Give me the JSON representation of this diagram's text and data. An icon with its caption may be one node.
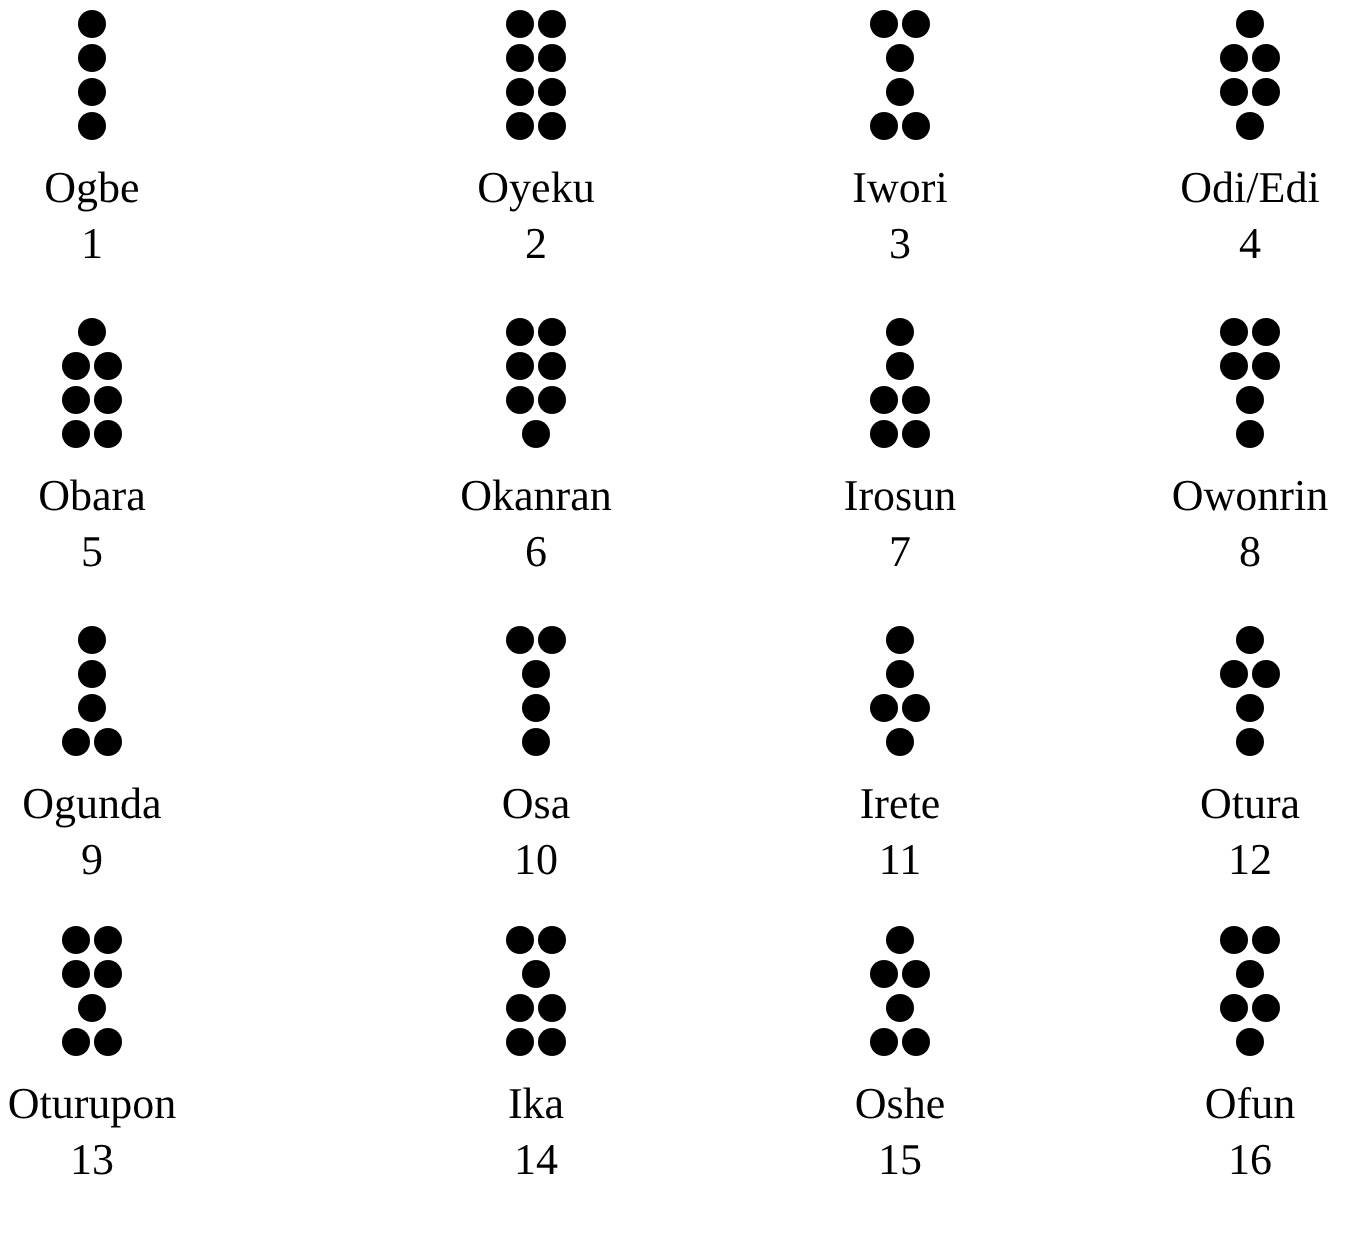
{
  "diagram": {
    "labels": [
      "Ogbe",
      "1",
      "Oyeku",
      "2",
      "Iwori",
      "3",
      "Odi/Edi",
      "4",
      "Obara",
      "5",
      "Okanran",
      "6",
      "Irosun",
      "7",
      "Owonrin",
      "8",
      "Ogunda",
      "9",
      "Osa",
      "10",
      "Irete",
      "11",
      "Otura",
      "12",
      "Oturupon",
      "13",
      "Ika",
      "14",
      "Oshe",
      "15",
      "Ofun",
      "16"
    ]
  }
}
